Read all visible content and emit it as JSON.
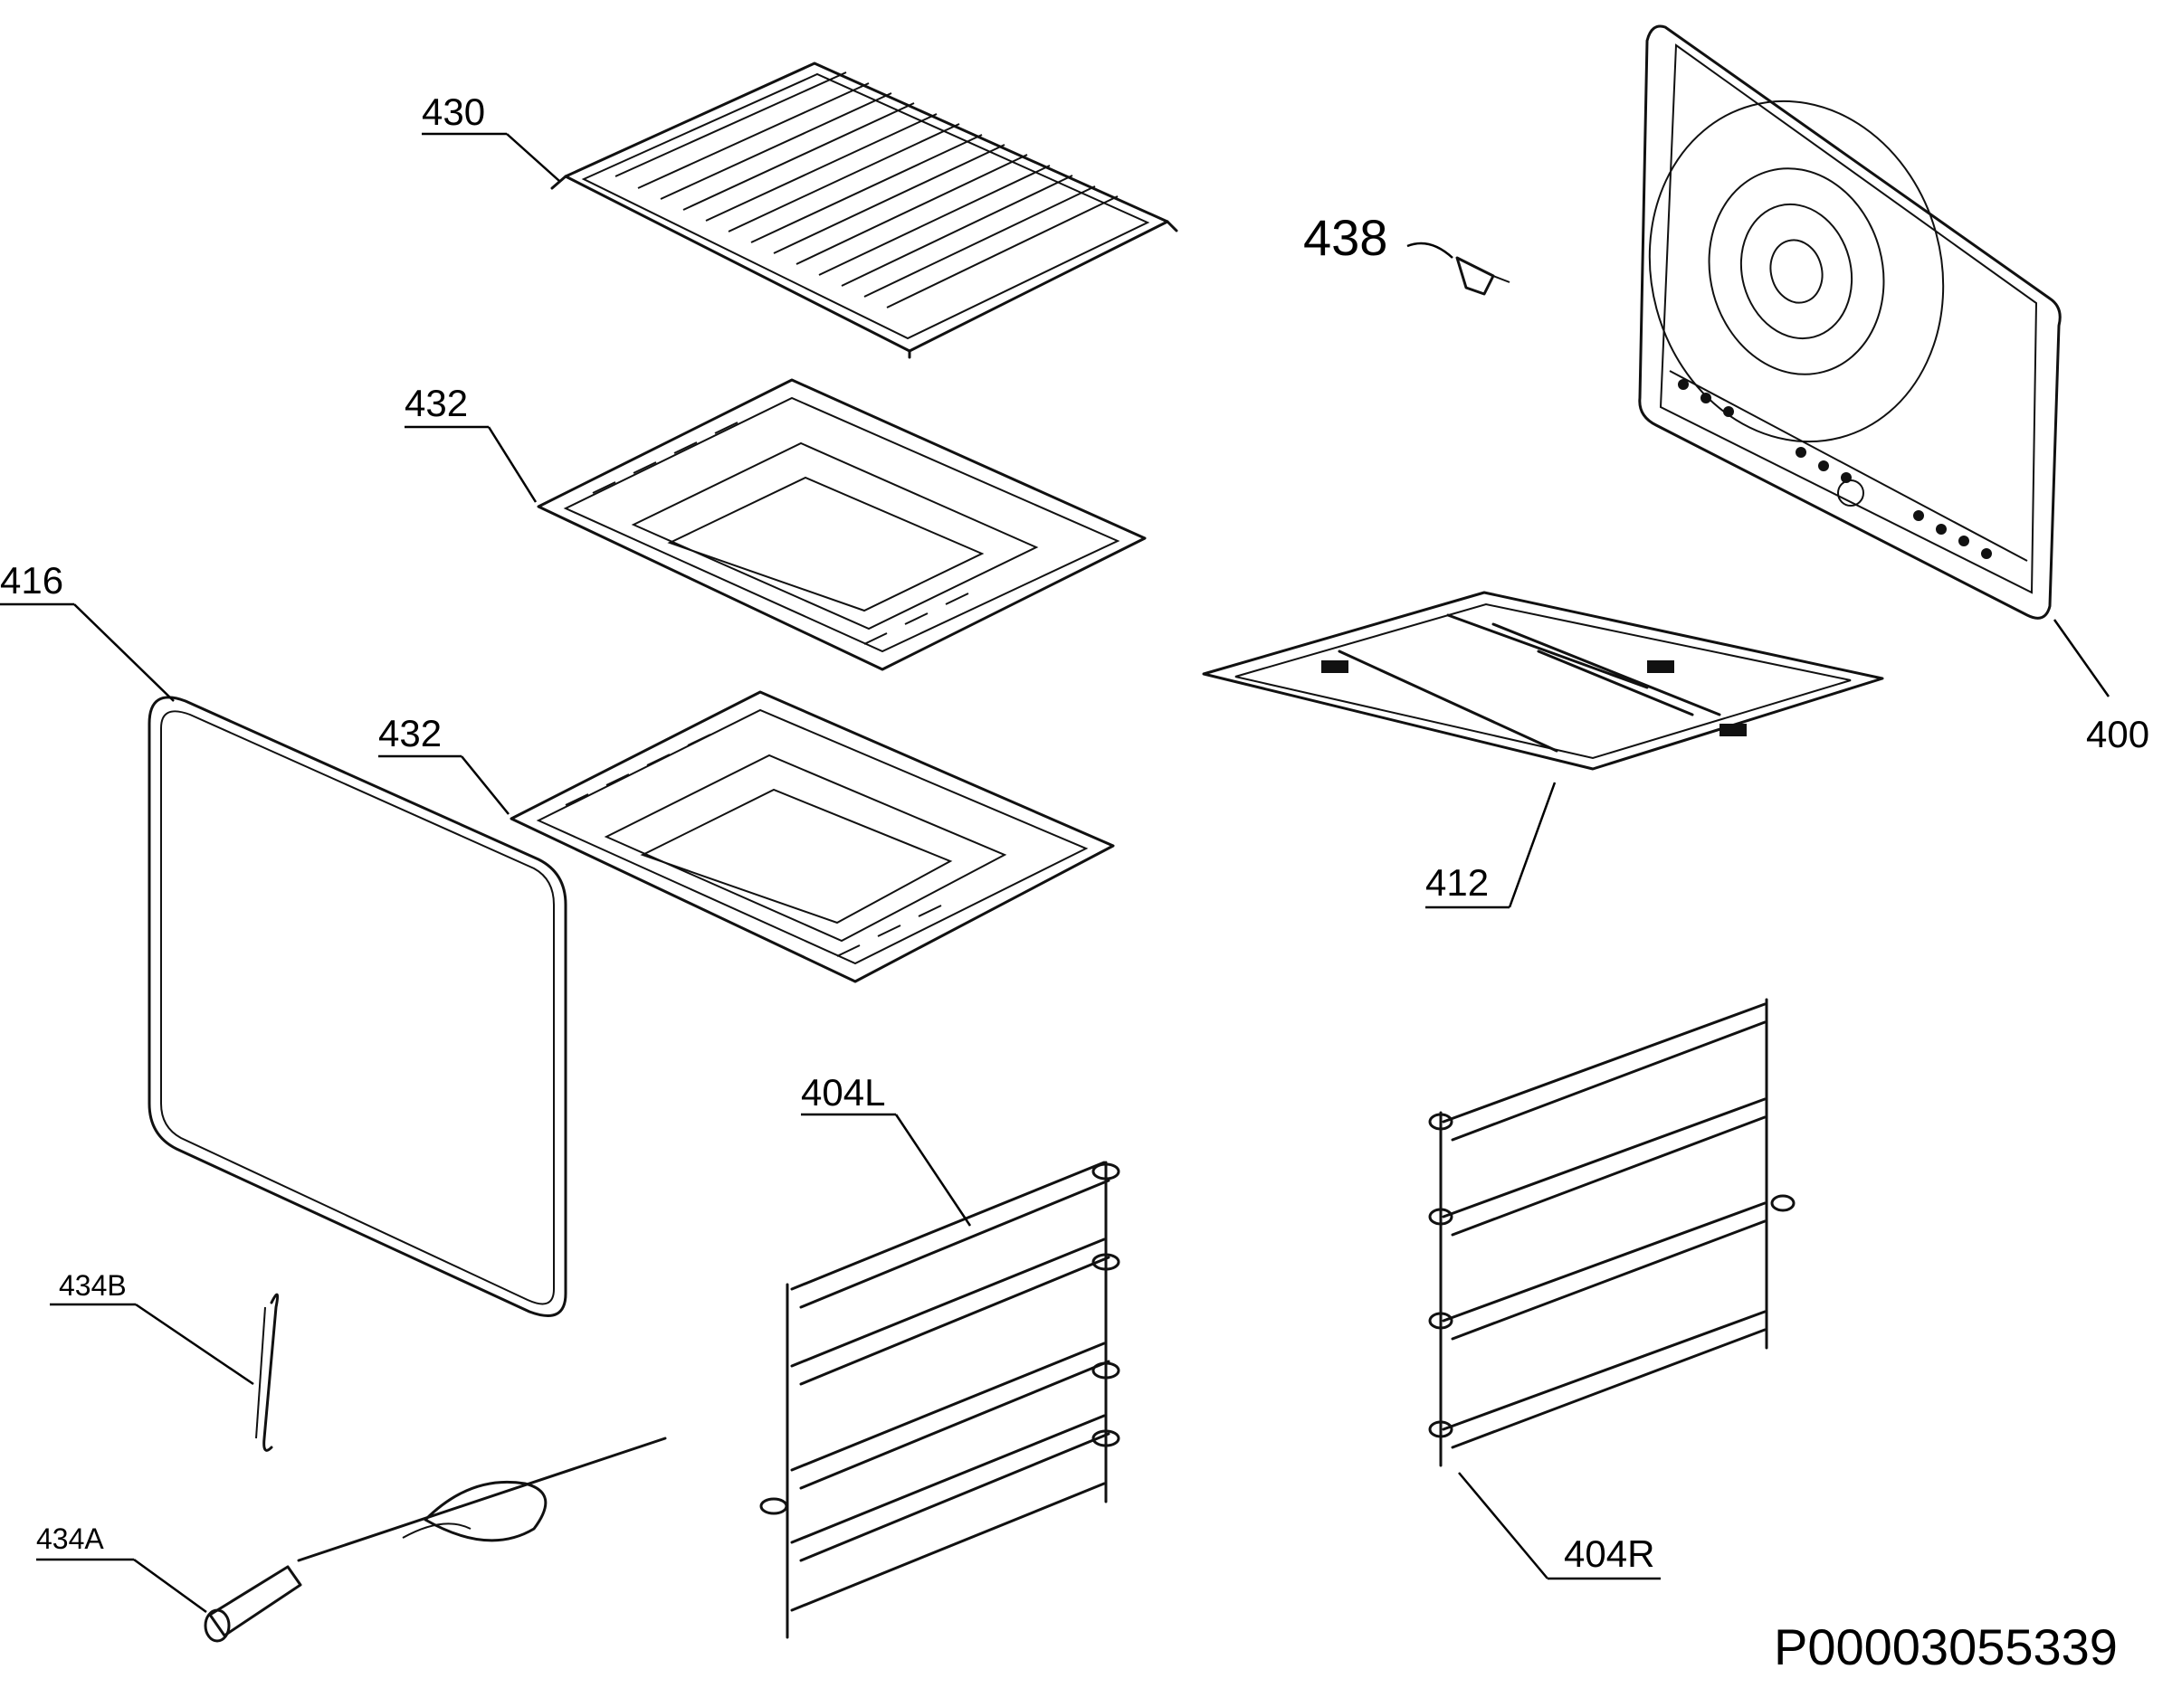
{
  "labels": {
    "p430": "430",
    "p432a": "432",
    "p432b": "432",
    "p416": "416",
    "p438": "438",
    "p400": "400",
    "p412": "412",
    "p404L": "404L",
    "p404R": "404R",
    "p434B": "434B",
    "p434A": "434A"
  },
  "drawing_id": "P00003055339"
}
